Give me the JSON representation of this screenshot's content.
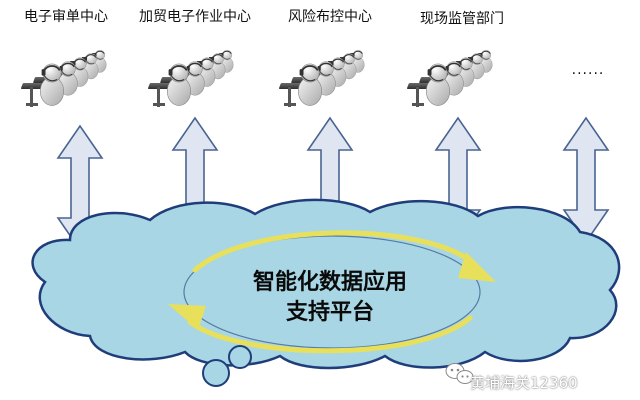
{
  "departments": [
    {
      "label": "电子审单中心"
    },
    {
      "label": "加贸电子作业中心"
    },
    {
      "label": "风险布控中心"
    },
    {
      "label": "现场监管部门"
    }
  ],
  "more_indicator": "......",
  "platform": {
    "line1": "智能化数据应用",
    "line2": "支持平台"
  },
  "watermark": "黄埔海关12360",
  "colors": {
    "cloud_fill": "#a9d6e5",
    "cloud_stroke": "#1f3d7a",
    "arrow_fill": "#dfe6f2",
    "arrow_stroke": "#4a6491",
    "cycle_arrow": "#e8e05a"
  },
  "icons": [
    "operator-group-icon",
    "double-arrow-icon",
    "thought-bubble-icon",
    "wechat-icon"
  ]
}
